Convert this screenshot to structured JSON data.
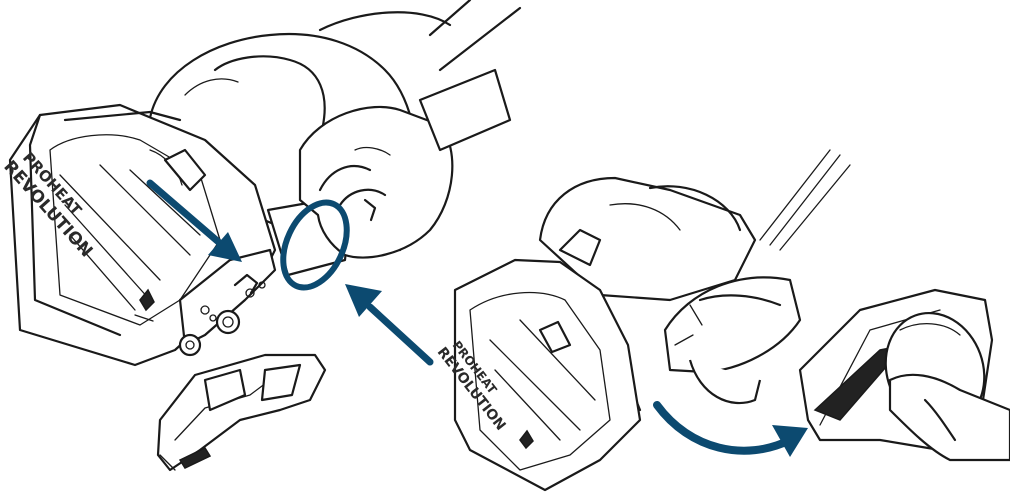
{
  "colors": {
    "accent": "#0c4a70",
    "ink": "#1a1a1a",
    "background": "#ffffff"
  },
  "left_figure": {
    "brand_line1": "PROHEAT",
    "brand_line2": "REVOLUTION"
  },
  "right_figure": {
    "brand_line1": "PROHEAT",
    "brand_line2": "REVOLUTION"
  },
  "icons": {
    "arrow_a": "arrow-down-right-icon",
    "arrow_b": "arrow-up-left-icon",
    "highlight": "circle-highlight-icon",
    "curved_arrow": "curved-arrow-right-icon"
  }
}
